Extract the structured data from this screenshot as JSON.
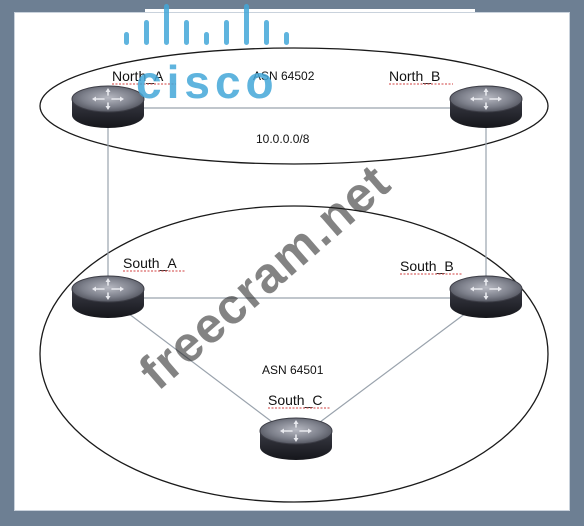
{
  "areas": {
    "north": {
      "asn": "ASN 64502",
      "network": "10.0.0.0/8"
    },
    "south": {
      "asn": "ASN 64501"
    }
  },
  "routers": {
    "north_a": "North_A",
    "north_b": "North_B",
    "south_a": "South_A",
    "south_b": "South_B",
    "south_c": "South_C"
  },
  "watermark": {
    "logo_text": "cisco",
    "site_text": "freecram.net"
  },
  "icons": {
    "router": "router-icon"
  },
  "colors": {
    "background": "#6d7f93",
    "link": "#9aa3ad",
    "router_body": "#2f2f38",
    "router_top": "#8a8c96",
    "logo": "#43a7d8"
  }
}
